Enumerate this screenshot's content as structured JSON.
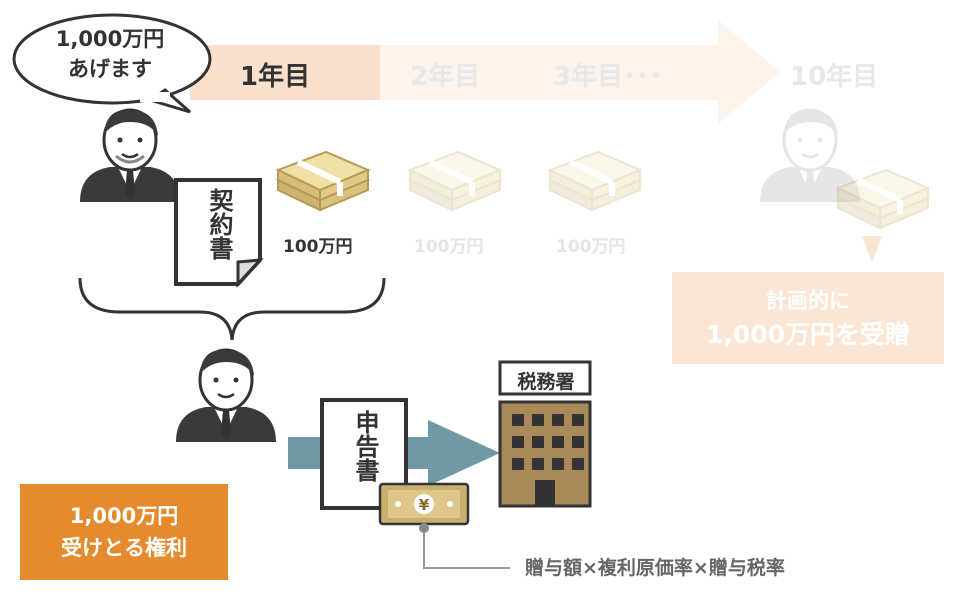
{
  "speech_bubble": {
    "line1": "1,000万円",
    "line2": "あげます"
  },
  "timeline": {
    "years": [
      "1年目",
      "2年目",
      "3年目･･･",
      "10年目"
    ]
  },
  "payments": [
    {
      "label": "100万円"
    },
    {
      "label": "100万円"
    },
    {
      "label": "100万円"
    }
  ],
  "contract_doc": {
    "text": "契約書"
  },
  "declaration_doc": {
    "text": "申告書"
  },
  "tax_office": {
    "label": "税務署"
  },
  "right_callout": {
    "line1": "1,000万円",
    "line2": "受けとる権利"
  },
  "planned_callout": {
    "line1": "計画的に",
    "line2": "1,000万円を受贈"
  },
  "formula": {
    "text": "贈与額×複利原価率×贈与税率"
  },
  "colors": {
    "orange": "#e68a2e",
    "timeline_pale": "#fbe6d5",
    "teal_arrow": "#6f9aa4",
    "tax_building": "#a9885a",
    "dark_figure": "#333333",
    "money_gold": "#c9ad6b"
  }
}
